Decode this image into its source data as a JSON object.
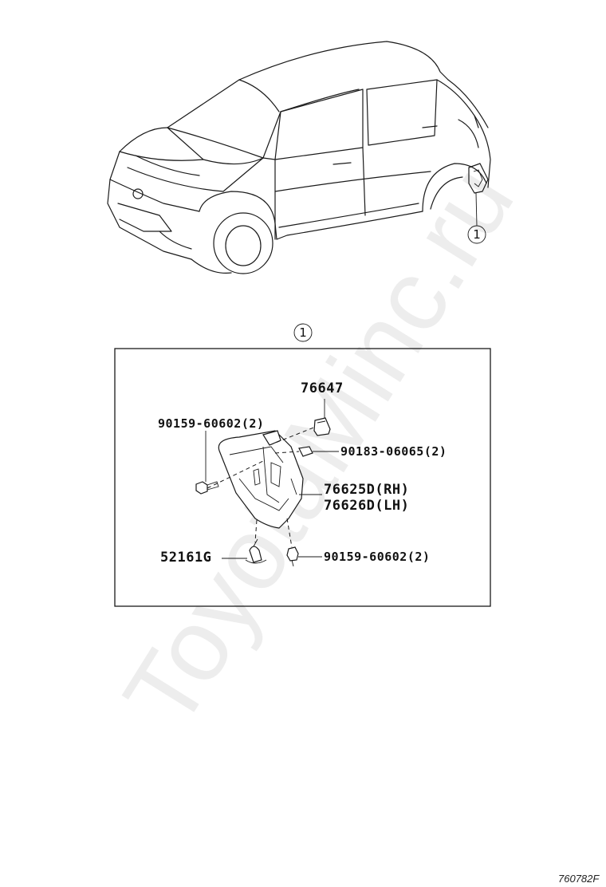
{
  "watermark": "ToyotaMinc.ru",
  "figure_code": "760782F",
  "callout_symbol": "1",
  "detail_callout_symbol": "1",
  "labels": {
    "part_76647": "76647",
    "bolt_top": "90159-60602(2)",
    "nut_90183": "90183-06065(2)",
    "mudguard_rh": "76625D(RH)",
    "mudguard_lh": "76626D(LH)",
    "clip_52161g": "52161G",
    "bolt_bottom": "90159-60602(2)"
  }
}
